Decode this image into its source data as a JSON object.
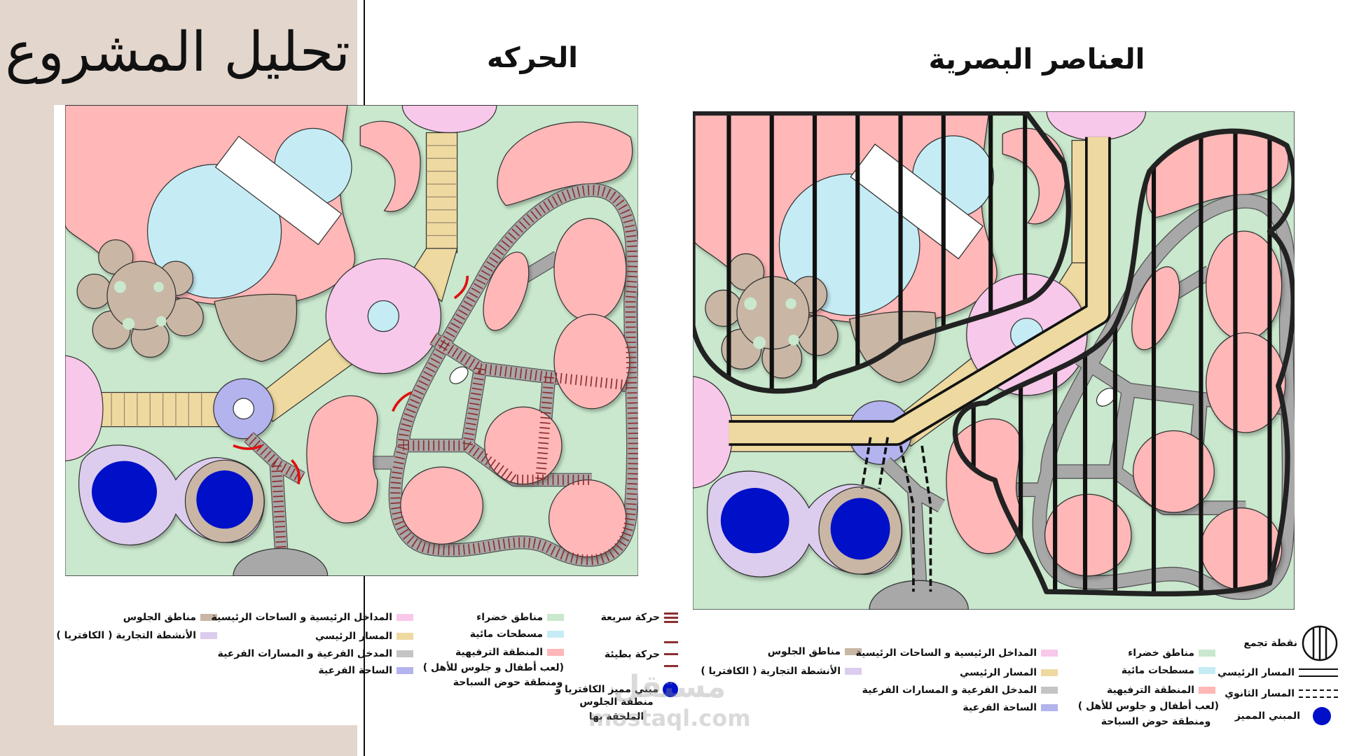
{
  "titles": {
    "main": "تحليل المشروع",
    "movement": "الحركه",
    "visual": "العناصر البصرية"
  },
  "colors": {
    "green": "#c9e8cd",
    "water": "#c5ecf5",
    "entertainment": "#ffb7b7",
    "main_entry": "#f7c8ea",
    "main_path": "#eed9a0",
    "sub_path": "#a8a8a8",
    "sub_plaza": "#b3b3ee",
    "seating": "#c9b6a4",
    "cafe": "#dccdee",
    "landmark": "#0010c8",
    "movement": "#8c2f2f"
  },
  "legend_movement": {
    "seating": "مناطق الجلوس",
    "cafe": "الأنشطة التجارية ( الكافتريا )",
    "main_entries": "المداخل الرئيسية و الساحات الرئيسية",
    "main_path": "المسار الرئيسي",
    "sub_entries": "المدخل الفرعية و المسارات الفرعية",
    "sub_plaza": "الساحة الفرعية",
    "green": "مناطق خضراء",
    "water": "مسطحات مائية",
    "entertainment": "المنطقة الترفيهية",
    "entertainment_2": "(لعب أطفال و جلوس للأهل )",
    "entertainment_3": "ومنطقة حوض السباحة",
    "fast": "حركة سريعة",
    "slow": "حركة بطيئة",
    "landmark_1": "مبني مميز الكافتريا و",
    "landmark_2": "منطقة الجلوس",
    "landmark_3": "الملحقة بها"
  },
  "legend_visual": {
    "seating": "مناطق الجلوس",
    "cafe": "الأنشطة التجارية ( الكافتريا )",
    "main_entries": "المداخل الرئيسية و الساحات الرئيسية",
    "main_path": "المسار الرئيسي",
    "sub_entries": "المدخل الفرعية و المسارات الفرعية",
    "sub_plaza": "الساحة الفرعية",
    "green": "مناطق خضراء",
    "water": "مسطحات مائية",
    "entertainment": "المنطقة الترفيهية",
    "entertainment_2": "(لعب أطفال و جلوس للأهل )",
    "entertainment_3": "ومنطقة حوض السباحة",
    "gathering": "نقطة تجمع",
    "primary_path": "المسار الرئيسي",
    "secondary_path": "المسار الثانوي",
    "landmark": "المبني المميز"
  },
  "watermark": {
    "line1": "مستقل",
    "line2": "mostaql.com"
  }
}
